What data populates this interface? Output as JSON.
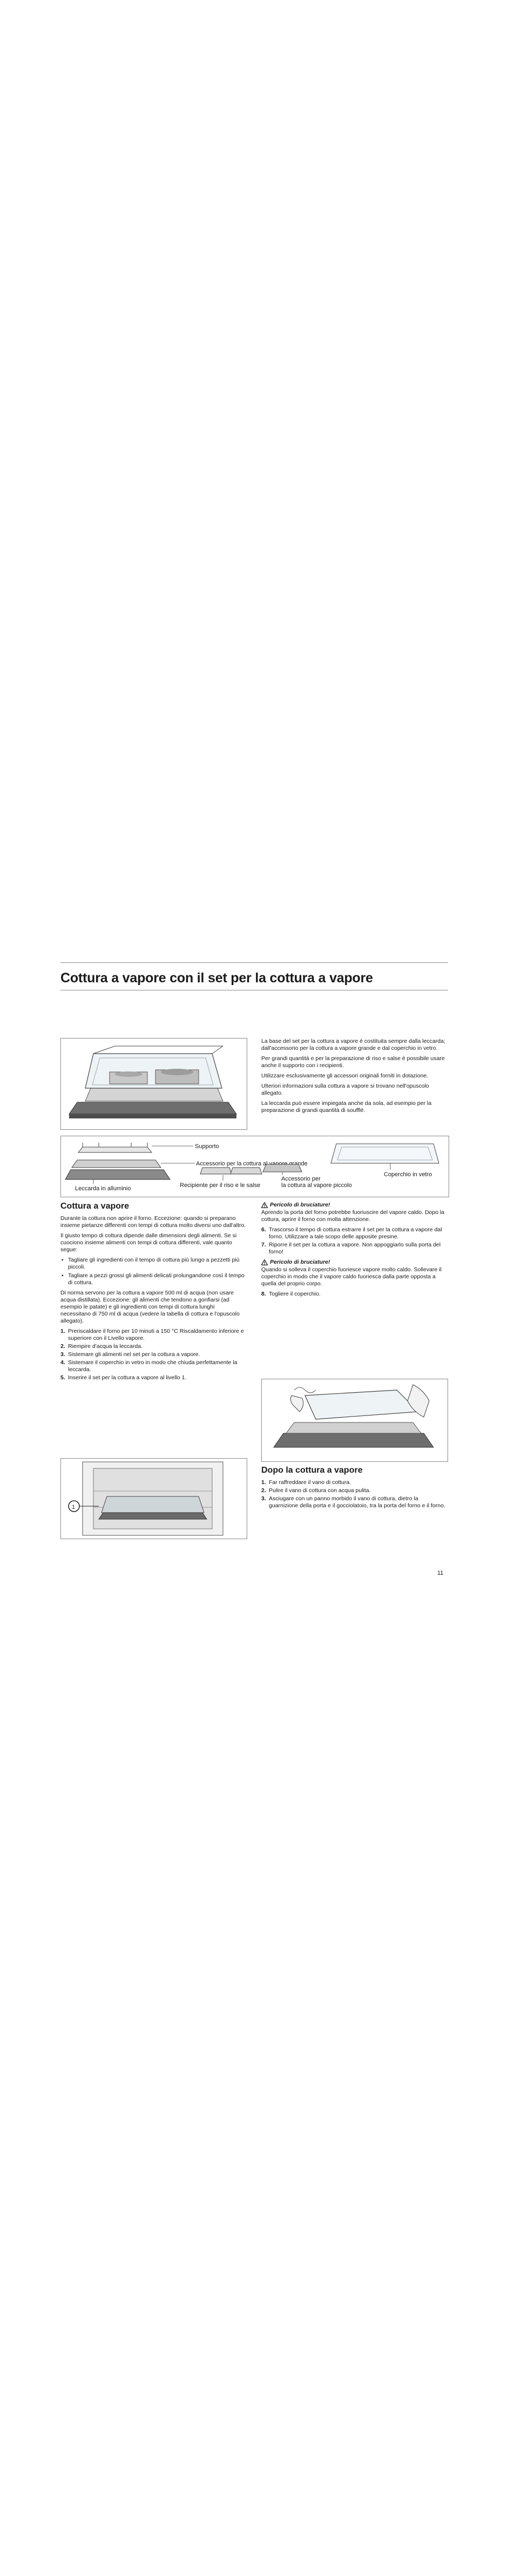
{
  "title": "Cottura a vapore con il set per la cottura a vapore",
  "intro": [
    "La base del set per la cottura a vapore è costituita sempre dalla leccarda; dall'accessorio per la cottura a vapore grande e dal coperchio in vetro.",
    "Per grandi quantità e per la preparazione di riso e salse è possibile usare anche il supporto con i recipienti.",
    "Utilizzare esclusivamente gli accessori originali forniti in dotazione.",
    "Ulteriori informazioni sulla cottura a vapore si trovano nell'opuscolo allegato.",
    "La leccarda può essere impiegata anche da sola, ad esempio per la preparazione di grandi quantità di soufflé."
  ],
  "diagram": {
    "supporto": "Supporto",
    "accessorio_grande": "Accessorio per la cottura al vapore grande",
    "accessorio_piccolo_1": "Accessorio per",
    "accessorio_piccolo_2": "la cottura al vapore piccolo",
    "coperchio": "Coperchio in vetro",
    "leccarda": "Leccarda in alluminio",
    "recipiente": "Recipiente per il riso e le salse"
  },
  "left": {
    "heading": "Cottura a vapore",
    "p1": "Durante la cottura non aprire il forno. Eccezione: quando si preparano insieme pietanze differenti con tempi di cottura molto diversi uno dall'altro.",
    "p2": "Il giusto tempo di cottura dipende dalle dimensioni degli alimenti. Se si cuociono insieme alimenti con tempi di cottura differenti, vale quanto segue:",
    "bullets": [
      "Tagliare gli ingredienti con il tempo di cottura più lungo a pezzetti più piccoli.",
      "Tagliare a pezzi grossi gli alimenti delicati prolungandone così il tempo di cottura."
    ],
    "p3": "Di norma servono per la cottura a vapore 500 ml di acqua (non usare acqua distillata). Eccezione: gli alimenti che tendono a gonfiarsi (ad esempio le patate) e gli ingredienti con tempi di cottura lunghi necessitano di 750 ml di acqua (vedere la tabella di cottura e l'opuscolo allegato).",
    "steps": [
      {
        "n": "1.",
        "t": "Preriscaldare il forno per 10 minuti a 150 °C Riscaldamento inferiore e superiore con il Livello vapore."
      },
      {
        "n": "2.",
        "t": "Riempire d'acqua la leccarda."
      },
      {
        "n": "3.",
        "t": "Sistemare gli alimenti nel set per la cottura a vapore."
      },
      {
        "n": "4.",
        "t": "Sistemare il coperchio in vetro in modo che chiuda perfettamente la leccarda."
      },
      {
        "n": "5.",
        "t": "Inserire il set per la cottura a vapore al livello 1."
      }
    ],
    "figure_label": "1"
  },
  "right": {
    "warn1_title": "Pericolo di bruciature!",
    "warn1_text": "Aprendo la porta del forno potrebbe fuoriuscire del vapore caldo. Dopo la cottura, aprire il forno con molta attenzione.",
    "steps_a": [
      {
        "n": "6.",
        "t": "Trascorso il tempo di cottura estrarre il set per la cottura a vapore dal forno. Utilizzare a tale scopo delle apposite presine."
      },
      {
        "n": "7.",
        "t": "Riporre il set per la cottura a vapore. Non appoggiarlo sulla porta del forno!"
      }
    ],
    "warn2_title": "Pericolo di bruciature!",
    "warn2_text": "Quando si solleva il coperchio fuoriesce vapore molto caldo. Sollevare il coperchio in modo che il vapore caldo fuoriesca dalla parte opposta a quella del proprio corpo.",
    "steps_b": [
      {
        "n": "8.",
        "t": "Togliere il coperchio."
      }
    ],
    "after_heading": "Dopo la cottura a vapore",
    "after_steps": [
      {
        "n": "1.",
        "t": "Far raffreddare il vano di cottura."
      },
      {
        "n": "2.",
        "t": "Pulire il vano di cottura con acqua pulita."
      },
      {
        "n": "3.",
        "t": "Asciugare con un panno morbido il vano di cottura, dietro la guarnizione della porta e il gocciolatoio, tra la porta del forno e il forno."
      }
    ]
  },
  "page_number": "11"
}
